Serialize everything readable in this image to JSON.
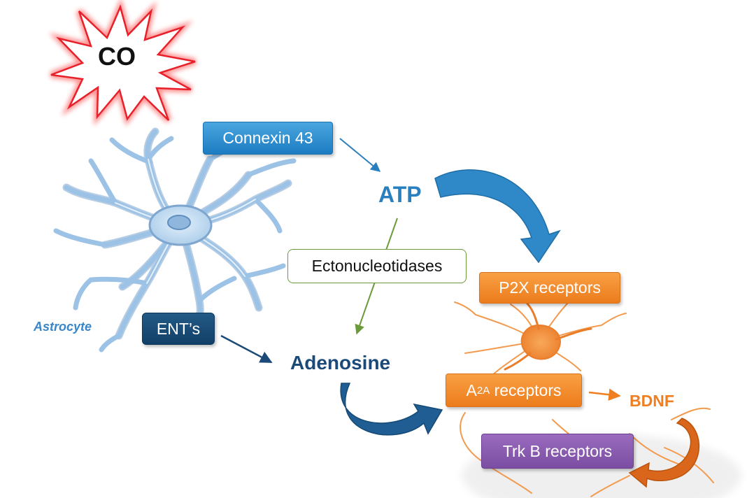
{
  "co_label": "CO",
  "astrocyte_label": "Astrocyte",
  "connexin_label": "Connexin 43",
  "ents_label": "ENT’s",
  "atp_label": "ATP",
  "ectonucleotidases_label": "Ectonucleotidases",
  "adenosine_label": "Adenosine",
  "p2x_label": "P2X receptors",
  "a2a": {
    "main": "A",
    "subscript": "2A",
    "suffix": " receptors"
  },
  "trkb_label": "Trk B receptors",
  "bdnf_label": "BDNF",
  "colors": {
    "burst_outline": "#e8202a",
    "astrocyte": "#9cc3e6",
    "blue_arrow": "#2a7fbf",
    "navy": "#1b4a78",
    "green": "#6a9a3a",
    "orange": "#f07f22",
    "purple": "#8b5bb0"
  }
}
